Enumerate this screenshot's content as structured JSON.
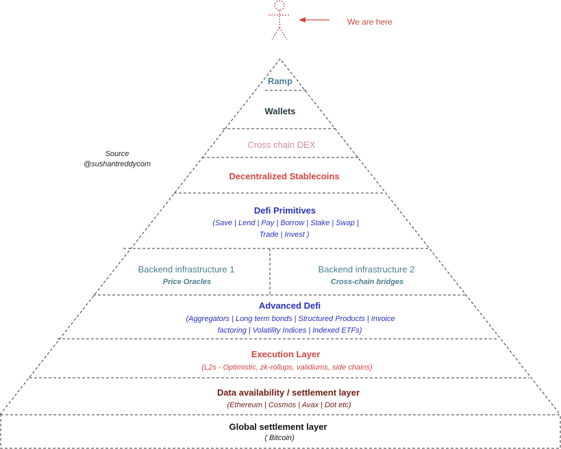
{
  "marker": {
    "label": "We are here",
    "icon": "person-icon",
    "color": "#d0453f"
  },
  "source": {
    "label": "Source",
    "handle": "@sushantreddycom"
  },
  "layers": {
    "ramp": {
      "title": "Ramp",
      "color": "#4a7f92"
    },
    "wallets": {
      "title": "Wallets",
      "color": "#233a3f"
    },
    "cross_chain_dex": {
      "title": "Cross chain DEX",
      "color": "#cc8aa7"
    },
    "stablecoins": {
      "title": "Decentralized Stablecoins",
      "color": "#d0453f"
    },
    "defi_primitives": {
      "title": "Defi Primitives",
      "line1": "(Save | Lend | Pay | Borrow | Stake | Swap |",
      "line2": "Trade |  Invest )",
      "color": "#2a2ec4"
    },
    "backend_1": {
      "title": "Backend infrastructure 1",
      "subtitle": "Price Oracles",
      "color": "#4a7f92"
    },
    "backend_2": {
      "title": "Backend infrastructure 2",
      "subtitle": "Cross-chain bridges",
      "color": "#4a7f92"
    },
    "advanced_defi": {
      "title": "Advanced Defi",
      "line1": "(Aggregators | Long term bonds | Structured Products | Invoice",
      "line2": "factoring |  Volatility Indices | Indexed ETFs)",
      "color": "#2a2ec4"
    },
    "execution": {
      "title": "Execution Layer",
      "subtitle": "(L2s - Optimistic, zk-rollups, validiums, side chains)",
      "color": "#d0453f"
    },
    "data_availability": {
      "title": "Data availability / settlement layer",
      "subtitle": "(Ethereum | Cosmos | Avax | Dot etc)",
      "color": "#6e1d12"
    },
    "global_settlement": {
      "title": "Global settlement layer",
      "subtitle": "( Bitcoin)",
      "color": "#111111"
    }
  }
}
